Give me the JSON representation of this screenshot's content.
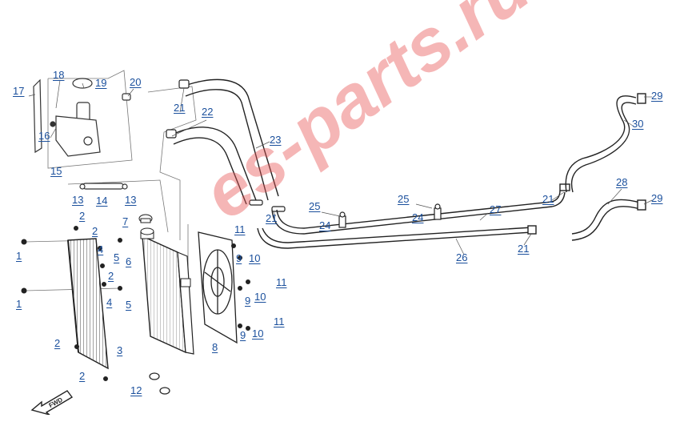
{
  "watermark": {
    "text": "es-parts.ru",
    "color": "#e85050"
  },
  "fwd_label": "FWD",
  "callouts": [
    {
      "id": "c17",
      "label": "17"
    },
    {
      "id": "c18",
      "label": "18"
    },
    {
      "id": "c19",
      "label": "19"
    },
    {
      "id": "c20",
      "label": "20"
    },
    {
      "id": "c16",
      "label": "16"
    },
    {
      "id": "c15",
      "label": "15"
    },
    {
      "id": "c13a",
      "label": "13"
    },
    {
      "id": "c14",
      "label": "14"
    },
    {
      "id": "c13b",
      "label": "13"
    },
    {
      "id": "c21a",
      "label": "21"
    },
    {
      "id": "c22",
      "label": "22"
    },
    {
      "id": "c23",
      "label": "23"
    },
    {
      "id": "c21b",
      "label": "21"
    },
    {
      "id": "c25a",
      "label": "25"
    },
    {
      "id": "c24a",
      "label": "24"
    },
    {
      "id": "c25b",
      "label": "25"
    },
    {
      "id": "c24b",
      "label": "24"
    },
    {
      "id": "c27",
      "label": "27"
    },
    {
      "id": "c26",
      "label": "26"
    },
    {
      "id": "c21c",
      "label": "21"
    },
    {
      "id": "c21d",
      "label": "21"
    },
    {
      "id": "c28",
      "label": "28"
    },
    {
      "id": "c29a",
      "label": "29"
    },
    {
      "id": "c29b",
      "label": "29"
    },
    {
      "id": "c30",
      "label": "30"
    },
    {
      "id": "c2a",
      "label": "2"
    },
    {
      "id": "c2b",
      "label": "2"
    },
    {
      "id": "c4a",
      "label": "4"
    },
    {
      "id": "c5a",
      "label": "5"
    },
    {
      "id": "c1a",
      "label": "1"
    },
    {
      "id": "c2c",
      "label": "2"
    },
    {
      "id": "c4b",
      "label": "4"
    },
    {
      "id": "c5b",
      "label": "5"
    },
    {
      "id": "c1b",
      "label": "1"
    },
    {
      "id": "c2d",
      "label": "2"
    },
    {
      "id": "c3",
      "label": "3"
    },
    {
      "id": "c2e",
      "label": "2"
    },
    {
      "id": "c7",
      "label": "7"
    },
    {
      "id": "c6",
      "label": "6"
    },
    {
      "id": "c12",
      "label": "12"
    },
    {
      "id": "c11a",
      "label": "11"
    },
    {
      "id": "c9a",
      "label": "9"
    },
    {
      "id": "c10a",
      "label": "10"
    },
    {
      "id": "c11b",
      "label": "11"
    },
    {
      "id": "c9b",
      "label": "9"
    },
    {
      "id": "c10b",
      "label": "10"
    },
    {
      "id": "c11c",
      "label": "11"
    },
    {
      "id": "c9c",
      "label": "9"
    },
    {
      "id": "c10c",
      "label": "10"
    },
    {
      "id": "c8",
      "label": "8"
    }
  ]
}
